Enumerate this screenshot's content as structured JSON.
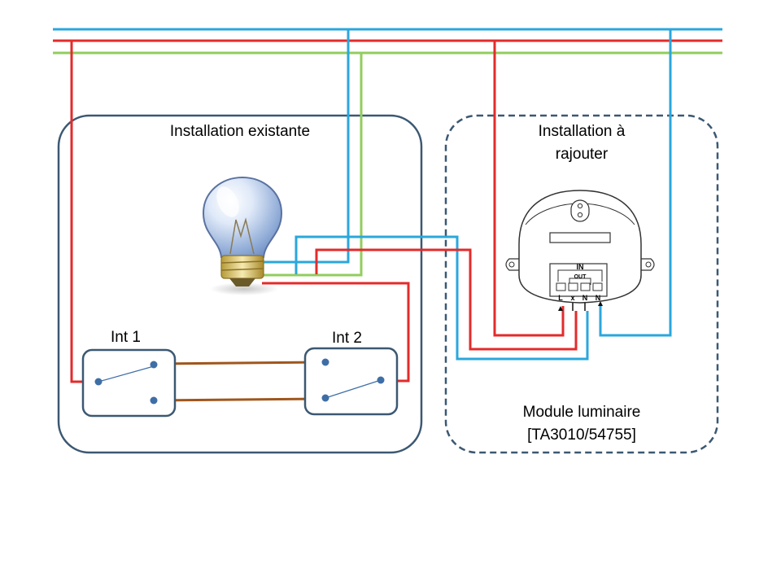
{
  "existing": {
    "title": "Installation existante"
  },
  "to_add": {
    "title_line1": "Installation à",
    "title_line2": "rajouter"
  },
  "switch1": {
    "label": "Int 1"
  },
  "switch2": {
    "label": "Int 2"
  },
  "module": {
    "name_line1": "Module luminaire",
    "name_line2": "[TA3010/54755]",
    "label_in": "IN",
    "label_out": "OUT",
    "terminals": [
      "L",
      "x",
      "N",
      "N"
    ]
  },
  "colors": {
    "blue": "#2aa7dc",
    "red": "#e32b2b",
    "green": "#92cd5e",
    "brown": "#a0561c",
    "box_stroke": "#3b5872",
    "dot": "#3e6ea6"
  }
}
